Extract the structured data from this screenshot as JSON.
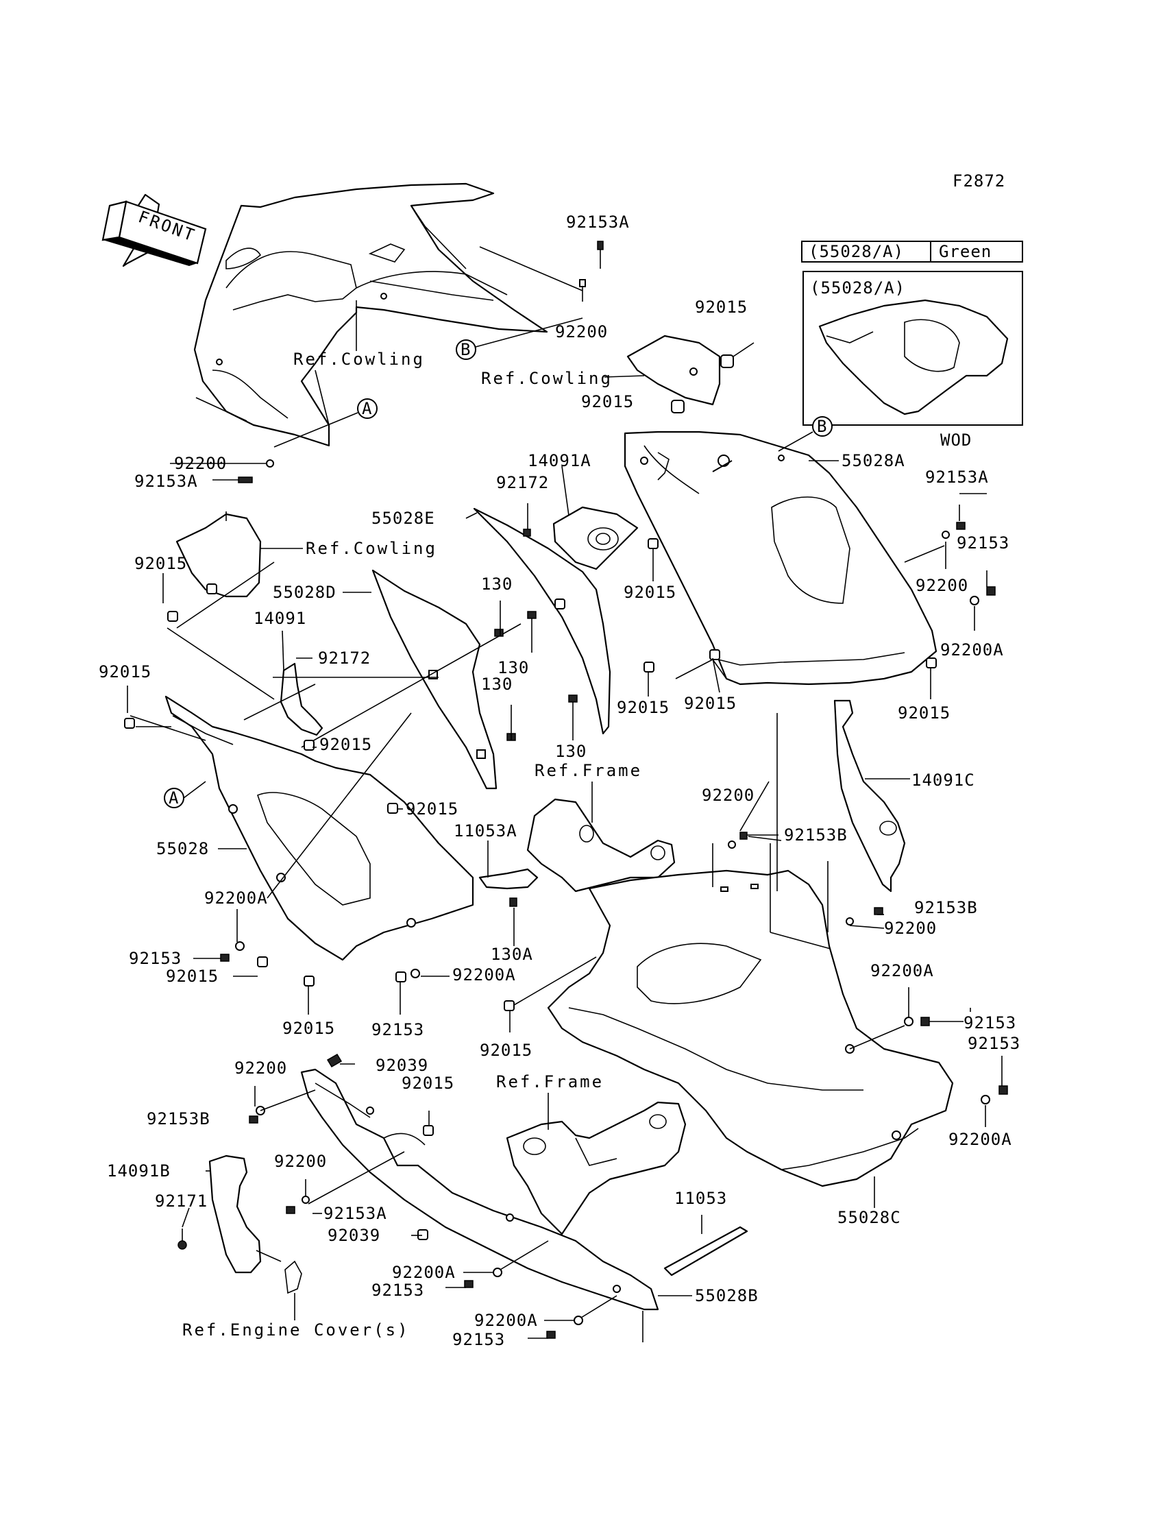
{
  "figure_code": "F2872",
  "front_label": "FRONT",
  "legend": {
    "color_cell_part": "(55028/A)",
    "color_cell_value": "Green",
    "inset_title": "(55028/A)",
    "inset_caption": "WOD"
  },
  "refs": {
    "cowling_1": "Ref.Cowling",
    "cowling_2": "Ref.Cowling",
    "cowling_3": "Ref.Cowling",
    "frame_1": "Ref.Frame",
    "frame_2": "Ref.Frame",
    "engine_cover": "Ref.Engine Cover(s)"
  },
  "markers": {
    "a1": "A",
    "a2": "A",
    "b1": "B",
    "b2": "B"
  },
  "labels": [
    "92153A",
    "92200",
    "92015",
    "92015",
    "55028A",
    "92153A",
    "92153",
    "92200",
    "92200A",
    "92015",
    "14091A",
    "92172",
    "55028E",
    "92015",
    "130",
    "130",
    "130",
    "130",
    "92015",
    "92015",
    "92200",
    "92153A",
    "92015",
    "14091",
    "92172",
    "55028D",
    "92015",
    "92015",
    "92015",
    "14091C",
    "55028",
    "92200A",
    "92153",
    "92015",
    "92015",
    "92153",
    "92200A",
    "11053A",
    "130A",
    "92200",
    "92153B",
    "92153B",
    "92200",
    "92015",
    "92200A",
    "92153",
    "92153",
    "92200A",
    "92200",
    "92039",
    "92015",
    "92153B",
    "14091B",
    "92171",
    "92200",
    "92153A",
    "92039",
    "92200A",
    "92153",
    "92200A",
    "92153",
    "11053",
    "55028C",
    "55028B"
  ]
}
